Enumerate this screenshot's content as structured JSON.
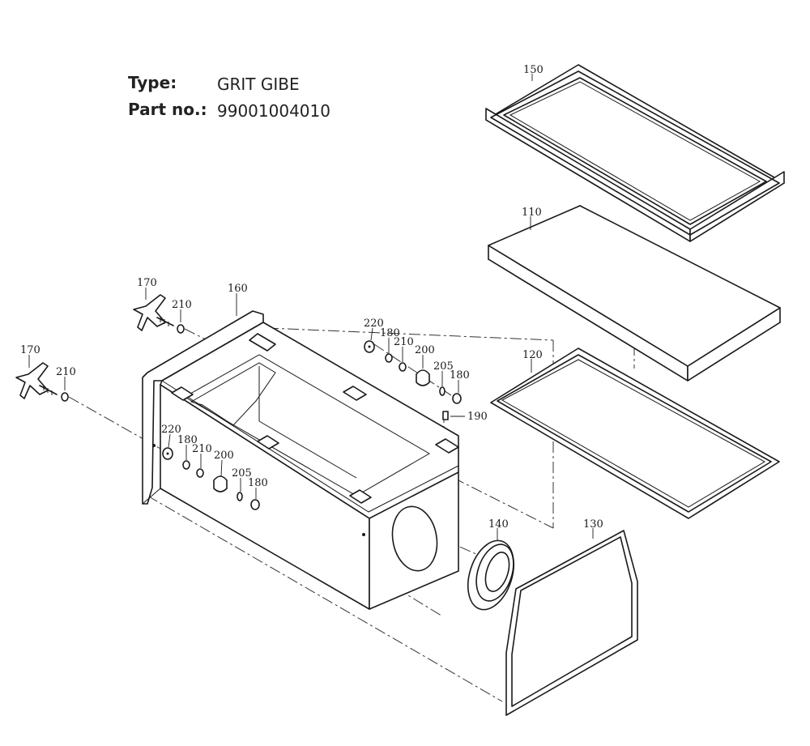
{
  "header": {
    "type_label": "Type:",
    "type_value": "GRIT GIBE",
    "part_label": "Part no.:",
    "part_value": "99001004010"
  },
  "callouts": {
    "c150": "150",
    "c110": "110",
    "c120": "120",
    "c130": "130",
    "c140": "140",
    "c160": "160",
    "c170a": "170",
    "c170b": "170",
    "c210a": "210",
    "c210b": "210",
    "c220a": "220",
    "c180a": "180",
    "c210c": "210",
    "c200a": "200",
    "c205a": "205",
    "c180b": "180",
    "c190": "190",
    "c220b": "220",
    "c180c": "180",
    "c210d": "210",
    "c200b": "200",
    "c205b": "205",
    "c180d": "180"
  }
}
